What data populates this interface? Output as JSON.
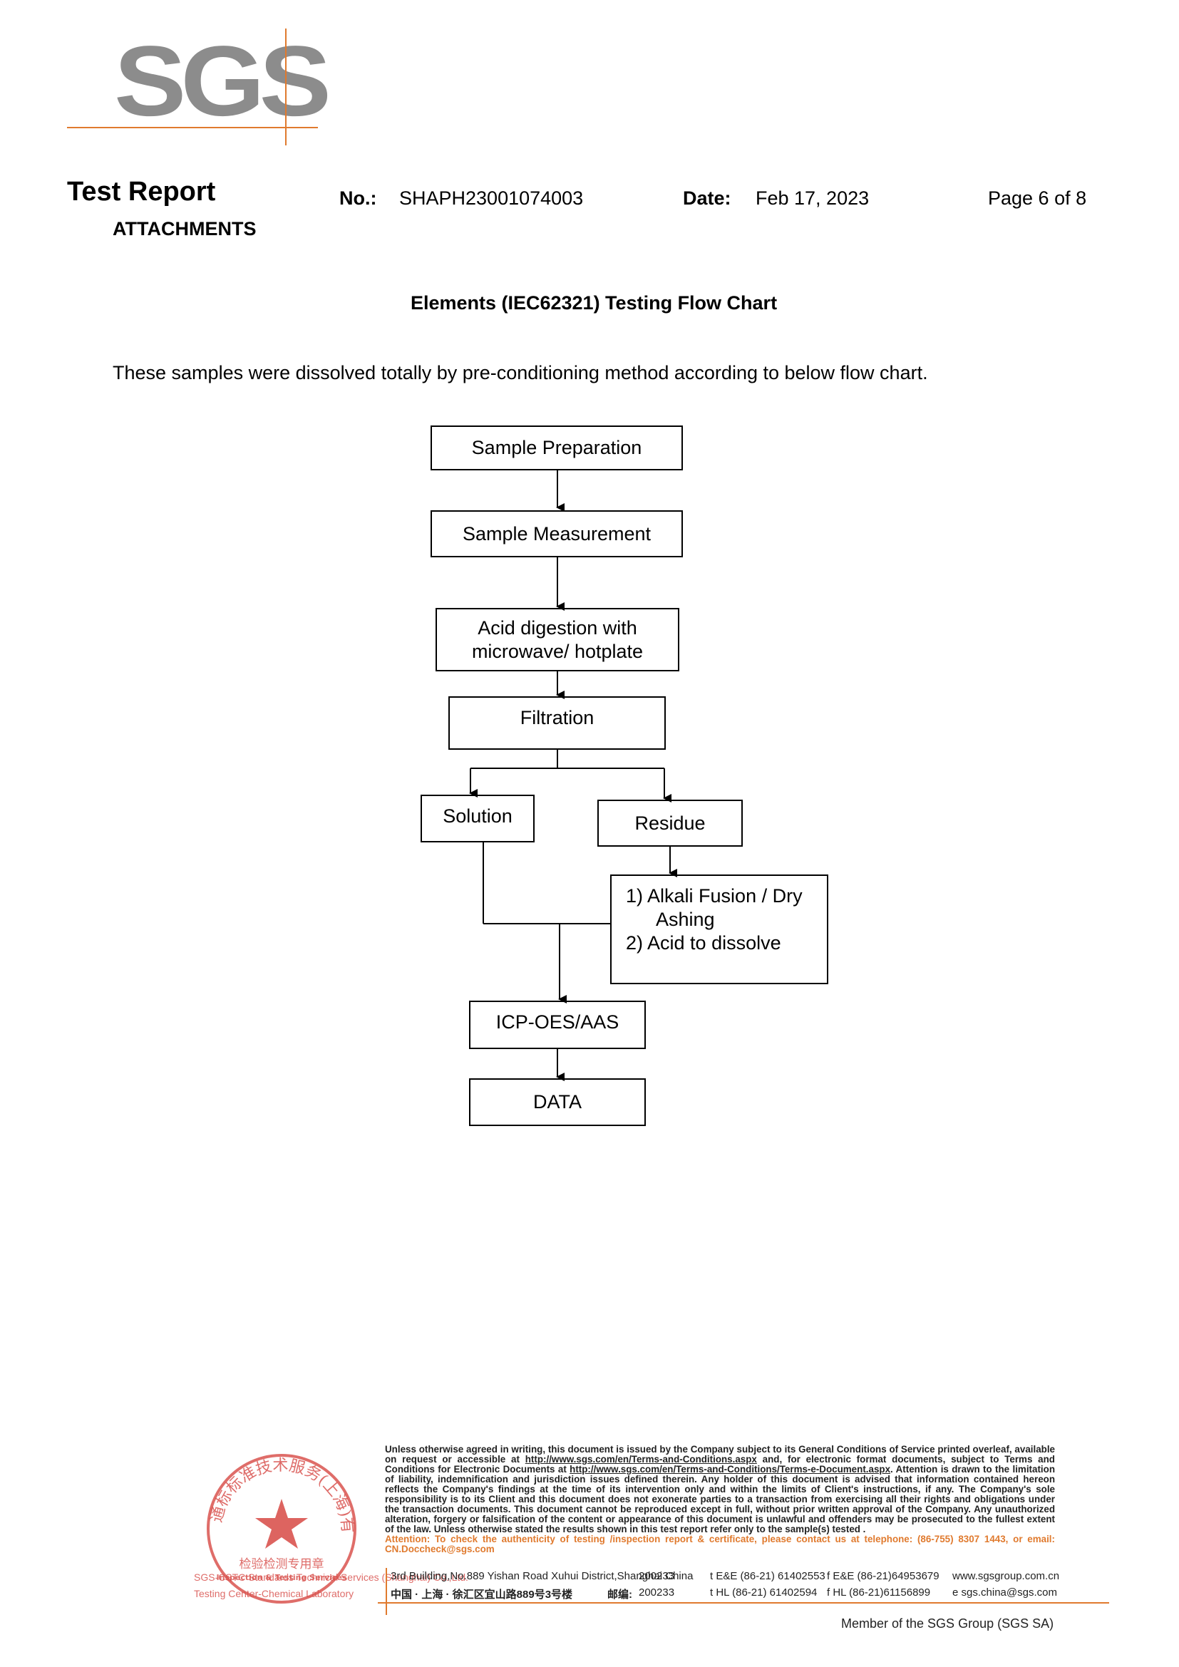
{
  "logo": {
    "text": "SGS",
    "accent_color": "#e07a2e",
    "text_color": "#8c8c8c"
  },
  "header": {
    "title": "Test Report",
    "subtitle": "ATTACHMENTS",
    "no_label": "No.:",
    "no_value": "SHAPH23001074003",
    "date_label": "Date:",
    "date_value": "Feb 17, 2023",
    "page": "Page 6 of 8"
  },
  "content": {
    "chart_title": "Elements (IEC62321)  Testing Flow Chart",
    "intro": "These samples were dissolved totally by pre-conditioning method according to below flow chart."
  },
  "flowchart": {
    "sample_preparation": "Sample Preparation",
    "sample_measurement": "Sample Measurement",
    "acid_digestion_line1": "Acid digestion with",
    "acid_digestion_line2": "microwave/ hotplate",
    "filtration": "Filtration",
    "solution": "Solution",
    "residue": "Residue",
    "alkali_line1": "1) Alkali Fusion / Dry",
    "alkali_line2": "Ashing",
    "alkali_line3": "2) Acid to dissolve",
    "icp": "ICP-OES/AAS",
    "data": "DATA"
  },
  "footer": {
    "disclaimer_1": "Unless otherwise agreed in writing, this document is issued by the Company subject to its General Conditions of Service printed overleaf, available on request or accessible at ",
    "link_1": "http://www.sgs.com/en/Terms-and-Conditions.aspx",
    "disclaimer_2": " and, for electronic format documents, subject to Terms and Conditions for Electronic Documents at ",
    "link_2": "http://www.sgs.com/en/Terms-and-Conditions/Terms-e-Document.aspx",
    "disclaimer_3": ". Attention is drawn to the limitation of liability, indemnification and jurisdiction issues defined therein. Any holder of this document is advised that information contained hereon reflects the Company's findings at the time of its intervention only and within the limits of Client's instructions, if any. The Company's sole responsibility is to its Client and this document does not exonerate parties to a transaction from exercising all their rights and obligations under the transaction documents. This document cannot be reproduced except in full, without prior written approval of the Company. Any unauthorized alteration, forgery or falsification of the content or appearance of this document is unlawful and offenders may be prosecuted to the fullest extent of the law. Unless otherwise stated the results shown in this test report refer only to the sample(s) tested .",
    "attention": "Attention: To check the authenticity of testing /inspection report & certificate, please contact us at telephone: (86-755) 8307 1443, or email: CN.Doccheck@sgs.com",
    "address_en": "3rd Building,No.889 Yishan Road Xuhui District,Shanghai China",
    "postcode_en": "200233",
    "tel_en": "t E&E (86-21) 61402553",
    "fax_en": "f E&E (86-21)64953679",
    "web": "www.sgsgroup.com.cn",
    "address_cn": "中国 · 上海 · 徐汇区宜山路889号3号楼",
    "postcode_cn_label": "邮编:",
    "postcode_cn": "200233",
    "tel_cn": "t HL (86-21) 61402594",
    "fax_cn": "f HL (86-21)61156899",
    "email": "e sgs.china@sgs.com",
    "member": "Member of the SGS Group (SGS SA)",
    "left_1": "SGS-CSTC Standards Technical Services (Shanghai) Co.,Ltd.",
    "left_2": "Testing Center-Chemical Laboratory"
  },
  "stamp": {
    "top_text": "通标标准技术服务(上海)有限公司",
    "middle_cn": "检验检测专用章",
    "middle_en": "Inspection & Testing Services",
    "color": "#d9534f"
  }
}
